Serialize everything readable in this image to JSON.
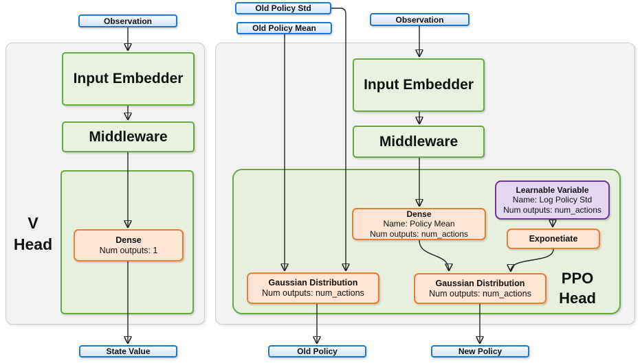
{
  "colors": {
    "blue_border": "#1b78cc",
    "badge_fill": "#dae8f8",
    "green_border": "#69a945",
    "green_fill": "#e7f0de",
    "orange_border": "#ed7d31",
    "orange_fill": "#fce5d5",
    "purple_border": "#7030a0",
    "purple_fill": "#e4d7f2",
    "panel_fill": "#f2f2f2"
  },
  "v_head": {
    "label": "V\nHead",
    "observation": "Observation",
    "input_embedder": "Input Embedder",
    "middleware": "Middleware",
    "dense": {
      "title": "Dense",
      "outputs": "Num outputs: 1"
    },
    "state_value": "State Value"
  },
  "ppo_head": {
    "label": "PPO\nHead",
    "inputs": {
      "old_policy_std": "Old Policy Std",
      "old_policy_mean": "Old Policy Mean",
      "observation": "Observation"
    },
    "input_embedder": "Input Embedder",
    "middleware": "Middleware",
    "dense": {
      "title": "Dense",
      "name": "Name: Policy Mean",
      "outputs": "Num outputs: num_actions"
    },
    "learnable_variable": {
      "title": "Learnable Variable",
      "name": "Name: Log Policy Std",
      "outputs": "Num outputs: num_actions"
    },
    "exponentiate": "Exponetiate",
    "gaussian_old": {
      "title": "Gaussian Distribution",
      "outputs": "Num outputs: num_actions"
    },
    "gaussian_new": {
      "title": "Gaussian Distribution",
      "outputs": "Num outputs: num_actions"
    },
    "outputs": {
      "old_policy": "Old Policy",
      "new_policy": "New Policy"
    }
  }
}
